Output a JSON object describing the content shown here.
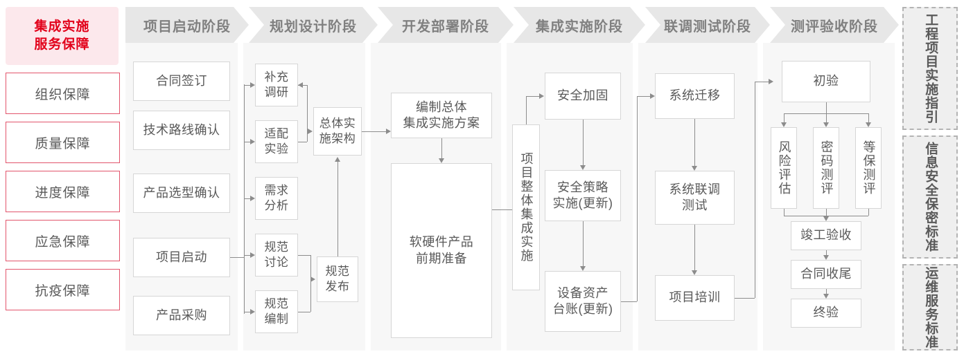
{
  "left_panel": {
    "hero": {
      "line1": "集成实施",
      "line2": "服务保障"
    },
    "items": [
      {
        "label": "组织保障"
      },
      {
        "label": "质量保障"
      },
      {
        "label": "进度保障"
      },
      {
        "label": "应急保障"
      },
      {
        "label": "抗疫保障"
      }
    ]
  },
  "phases": [
    {
      "title": "项目启动阶段"
    },
    {
      "title": "规划设计阶段"
    },
    {
      "title": "开发部署阶段"
    },
    {
      "title": "集成实施阶段"
    },
    {
      "title": "联调测试阶段"
    },
    {
      "title": "测评验收阶段"
    }
  ],
  "nodes": {
    "p1": [
      {
        "label": "合同签订"
      },
      {
        "label": "技术路线确认"
      },
      {
        "label": "产品选型确认"
      },
      {
        "label": "项目启动"
      },
      {
        "label": "产品采购"
      }
    ],
    "p2": [
      {
        "label": "补充\n调研"
      },
      {
        "label": "适配\n实验"
      },
      {
        "label": "需求\n分析"
      },
      {
        "label": "规范\n讨论"
      },
      {
        "label": "规范\n编制"
      },
      {
        "label": "总体实\n施架构"
      },
      {
        "label": "规范\n发布"
      }
    ],
    "p3": [
      {
        "label": "编制总体\n集成实施方案"
      },
      {
        "label": "软硬件产品\n前期准备"
      }
    ],
    "p4": [
      {
        "label": "项目整体集成实施"
      },
      {
        "label": "安全加固"
      },
      {
        "label": "安全策略\n实施(更新)"
      },
      {
        "label": "设备资产\n台账(更新)"
      }
    ],
    "p5": [
      {
        "label": "系统迁移"
      },
      {
        "label": "系统联调\n测试"
      },
      {
        "label": "项目培训"
      }
    ],
    "p6": [
      {
        "label": "初验"
      },
      {
        "label": "风险评估"
      },
      {
        "label": "密码测评"
      },
      {
        "label": "等保测评"
      },
      {
        "label": "竣工验收"
      },
      {
        "label": "合同收尾"
      },
      {
        "label": "终验"
      }
    ]
  },
  "right_rail": [
    {
      "label": "工程项目实施指引"
    },
    {
      "label": "信息安全保密标准"
    },
    {
      "label": "运维服务标准"
    }
  ],
  "colors": {
    "accent_red": "#e2001a",
    "hero_bg": "#fce8ec",
    "red_border": "#e2546b",
    "phase_head_bg": "#e7e7e7",
    "phase_col_bg": "#f7f7f7",
    "node_border": "#d6d6d6",
    "connector": "#8c8c8c",
    "text": "#595959",
    "rail_bg": "#efefef",
    "rail_border": "#b3b3b3"
  }
}
